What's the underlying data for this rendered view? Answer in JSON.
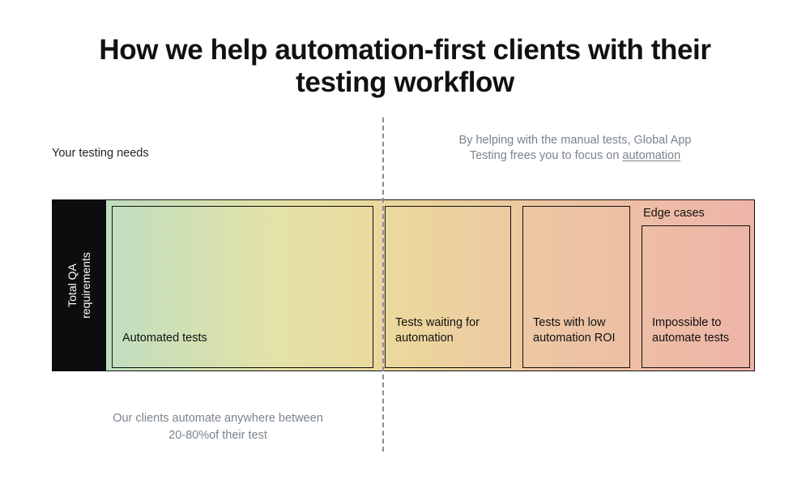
{
  "title": {
    "part1": "How we help ",
    "emphasis": "automation-first",
    "part2": " clients with their testing workflow"
  },
  "annotations": {
    "left_caption": "Your testing needs",
    "right_caption_line1": "By helping with the manual tests, Global App",
    "right_caption_line2_pre": "Testing frees you to focus on ",
    "right_caption_link": "automation",
    "bottom_caption_line1": "Our clients automate anywhere between",
    "bottom_caption_line2": "20-80%of their test"
  },
  "bar": {
    "axis_label": "Total QA requirements",
    "axis_label_line1": "Total QA",
    "axis_label_line2": "requirements",
    "segments": [
      {
        "label": "Automated tests",
        "header": ""
      },
      {
        "label": "Tests waiting for automation",
        "header": ""
      },
      {
        "label": "Tests with low automation ROI",
        "header": ""
      },
      {
        "label": "Impossible to automate tests",
        "header": "Edge cases"
      }
    ]
  },
  "colors": {
    "gradient_start": "#b5ddc9",
    "gradient_mid_yellow": "#ecd79c",
    "gradient_end": "#eeb4a8",
    "axis_block": "#0d0d0f",
    "muted_text": "#7b848c",
    "body_text": "#111111",
    "divider": "#8a8f94"
  }
}
